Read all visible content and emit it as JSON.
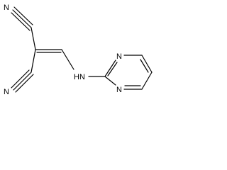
{
  "molecule": {
    "atoms": {
      "nitrile_top_N": "N",
      "nitrile_bottom_N": "N",
      "amine_NH": "HN",
      "ring_N_top": "N",
      "ring_N_bottom": "N"
    }
  },
  "colors": {
    "bond": "#000000",
    "label": "#000000",
    "background": "#ffffff"
  }
}
